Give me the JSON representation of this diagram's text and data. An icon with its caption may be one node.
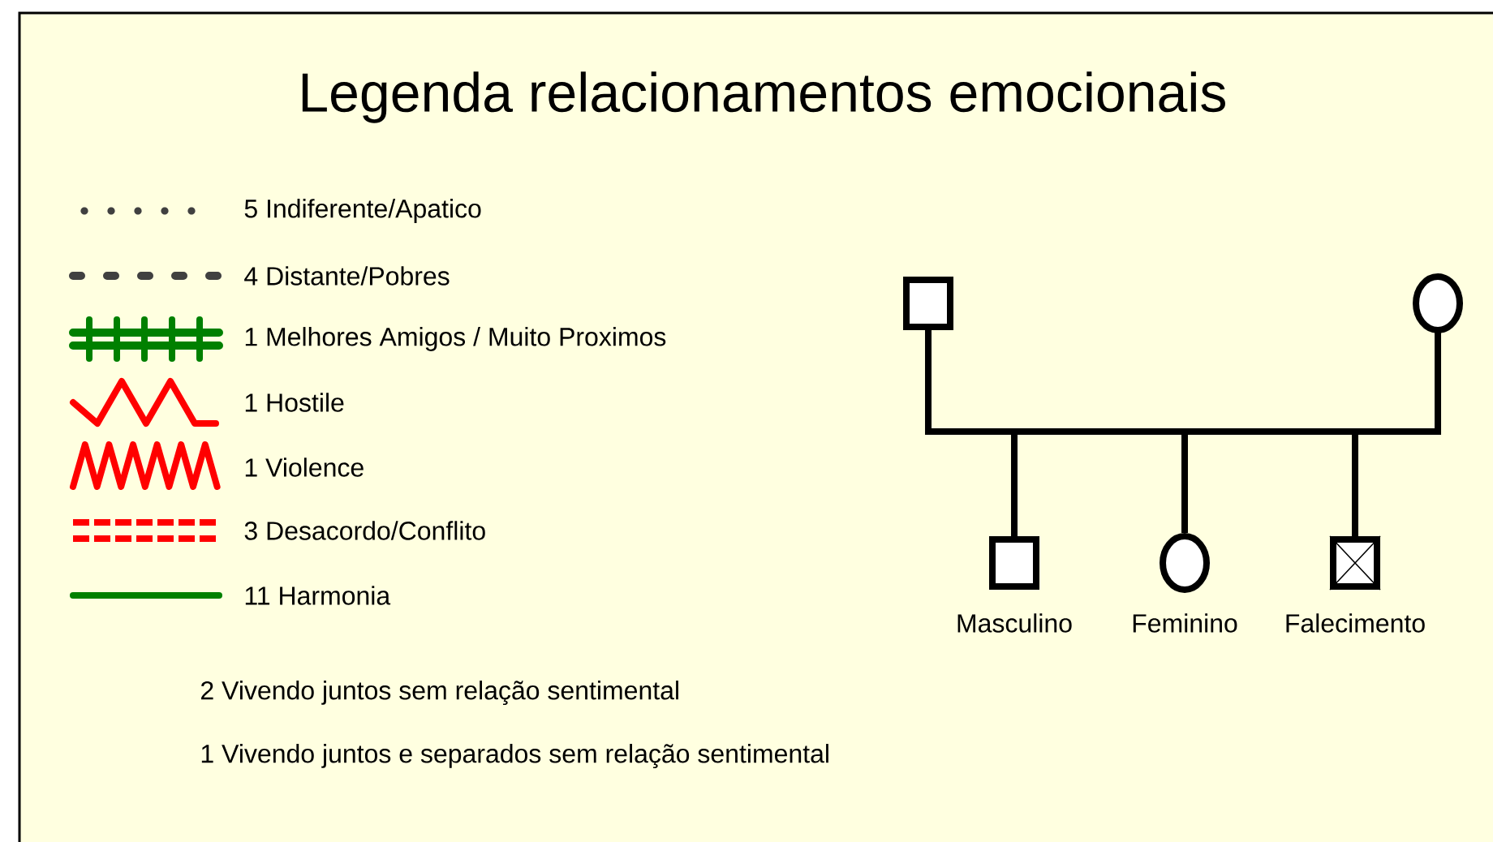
{
  "diagram": {
    "title": "Legenda  relacionamentos emocionais",
    "nodes": [
      {
        "text": [],
        "shape": "box"
      },
      {
        "text": [],
        "shape": "circle"
      },
      {
        "text": [],
        "shape": "box",
        "beside": [
          "Masculino"
        ]
      },
      {
        "text": [],
        "shape": "circle",
        "beside": [
          "Feminino"
        ]
      },
      {
        "text": [],
        "shape": "crossed",
        "beside": [
          "Falecimento"
        ]
      }
    ],
    "edges": [
      {
        "from": 0,
        "to": 1,
        "arrow": "none"
      },
      {
        "from": 0,
        "to": 2,
        "arrow": "none"
      },
      {
        "from": 0,
        "to": 3,
        "arrow": "none"
      },
      {
        "from": 0,
        "to": 4,
        "arrow": "none"
      },
      {
        "from": 1,
        "to": 2,
        "arrow": "none"
      },
      {
        "from": 1,
        "to": 3,
        "arrow": "none"
      },
      {
        "from": 1,
        "to": 4,
        "arrow": "none"
      }
    ],
    "labels": [
      "2 Vivendo juntos sem relação sentimental",
      "1 Vivendo juntos e separados sem relação sentimental"
    ],
    "legend": [
      {
        "text": "5 Indiferente/Apatico"
      },
      {
        "text": "4 Distante/Pobres"
      },
      {
        "text": "1 Melhores Amigos / Muito Proximos"
      },
      {
        "text": "1 Hostile"
      },
      {
        "text": "1 Violence"
      },
      {
        "text": "3 Desacordo/Conflito"
      },
      {
        "text": "11 Harmonia"
      }
    ]
  }
}
